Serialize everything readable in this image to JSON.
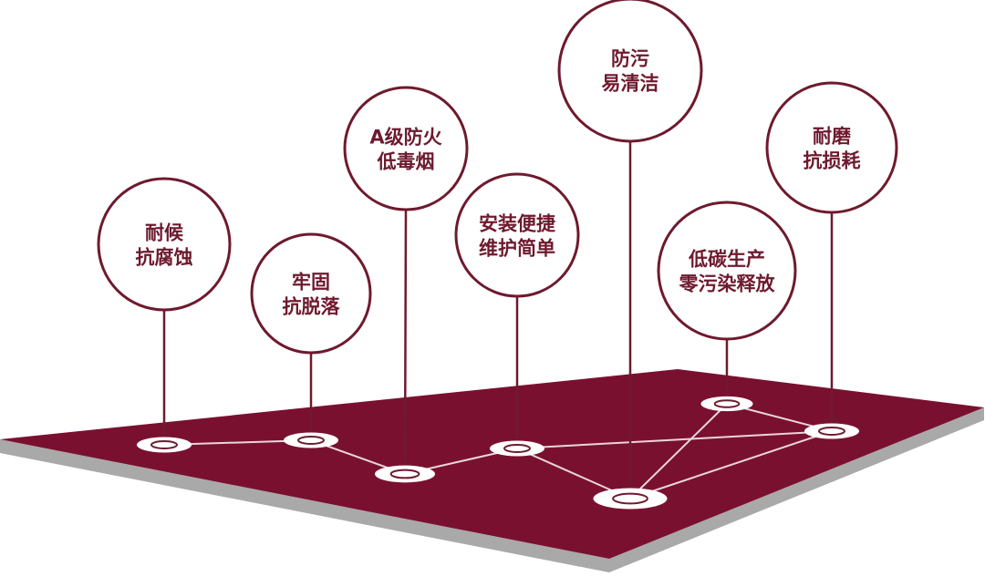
{
  "colors": {
    "platform": "#7a1030",
    "platform_shadow": "#a9a9a9",
    "stroke": "#6e1a2e",
    "text": "#6e1a2e",
    "node": "#ffffff",
    "bubble_fill": "#ffffff"
  },
  "features": [
    {
      "id": "weather",
      "lines": [
        "耐候",
        "抗腐蚀"
      ]
    },
    {
      "id": "sturdy",
      "lines": [
        "牢固",
        "抗脱落"
      ]
    },
    {
      "id": "fire",
      "lines": [
        "A级防火",
        "低毒烟"
      ]
    },
    {
      "id": "install",
      "lines": [
        "安装便捷",
        "维护简单"
      ]
    },
    {
      "id": "antifouling",
      "lines": [
        "防污",
        "易清洁"
      ]
    },
    {
      "id": "lowcarbon",
      "lines": [
        "低碳生产",
        "零污染释放"
      ]
    },
    {
      "id": "wear",
      "lines": [
        "耐磨",
        "抗损耗"
      ]
    }
  ]
}
